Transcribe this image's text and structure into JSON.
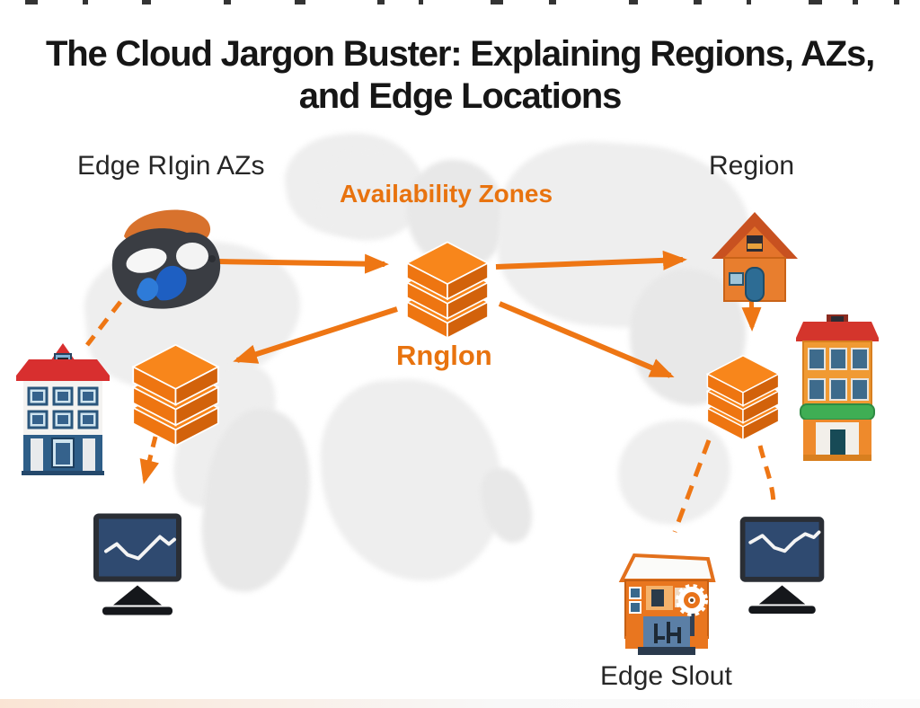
{
  "title": {
    "line1": "The Cloud Jargon Buster: Explaining Regions, AZs,",
    "line2": "and Edge Locations"
  },
  "labels": {
    "edge_origin_azs": "Edge RIgin AZs",
    "availability_zones": "Availability Zones",
    "region": "Region",
    "region_center": "Rnglon",
    "edge_location": "Edge Slout"
  },
  "colors": {
    "accent_orange": "#ee7614",
    "title_dark": "#161616",
    "label_dark": "#262626",
    "map_gray": "#eeeeee",
    "stack_top": "#f8861b",
    "stack_left": "#ee7511",
    "stack_right": "#d2620b",
    "monitor_frame": "#2a2e35",
    "monitor_screen": "#2f4a70",
    "roof_red": "#d82f2f",
    "awning_green": "#3fae54",
    "door_blue": "#2d6c94",
    "cloud_dark": "#3a3d43",
    "cloud_orange": "#d8722d",
    "cloud_blue": "#1e5fc2"
  },
  "icons": [
    {
      "name": "cloud-icon",
      "meaning": "edge origin cloud blob"
    },
    {
      "name": "az-stack-icon",
      "meaning": "orange stacked availability-zone boxes"
    },
    {
      "name": "house-icon",
      "meaning": "region house"
    },
    {
      "name": "apartment-building-icon",
      "meaning": "edge building with red roof"
    },
    {
      "name": "storefront-building-icon",
      "meaning": "tall orange building with green awning"
    },
    {
      "name": "factory-icon",
      "meaning": "edge location workshop with gear"
    },
    {
      "name": "monitor-chart-icon",
      "meaning": "end-user monitor with line chart"
    },
    {
      "name": "world-map",
      "meaning": "light gray world map background"
    },
    {
      "name": "arrow",
      "meaning": "orange connection arrows, solid and dashed"
    }
  ]
}
